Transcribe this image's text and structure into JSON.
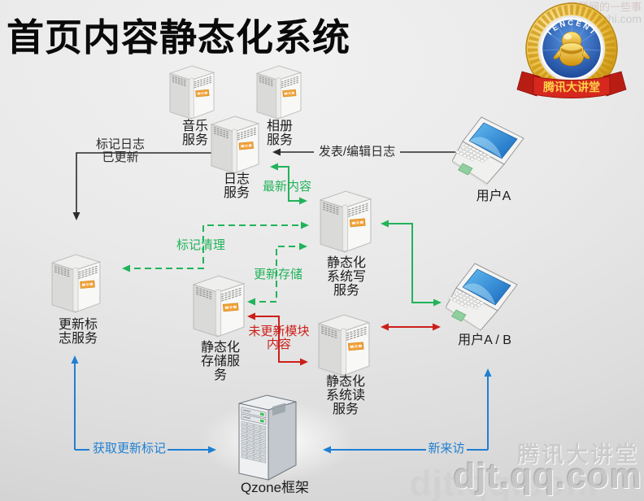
{
  "title": "首页内容静态化系统",
  "badge": {
    "arc_text": "TENCENT",
    "ribbon_text": "腾讯大讲堂"
  },
  "watermark_top": {
    "line1": "互联网的一些事",
    "line2": "www.yixieshi.com"
  },
  "watermark_bottom": {
    "brand": "腾讯大讲堂",
    "url": "djt.qq.com"
  },
  "nodes": {
    "music": {
      "label": "音乐\n服务"
    },
    "album": {
      "label": "相册\n服务"
    },
    "blog": {
      "label": "日志\n服务"
    },
    "write": {
      "label": "静态化\n系统写\n服务"
    },
    "storage": {
      "label": "静态化\n存储服\n务"
    },
    "flag": {
      "label": "更新标\n志服务"
    },
    "read": {
      "label": "静态化\n系统读\n服务"
    },
    "qzone": {
      "label": "Qzone框架"
    },
    "user_a": {
      "label": "用户A"
    },
    "user_ab": {
      "label": "用户A / B"
    }
  },
  "edges": {
    "mark_blog_updated": {
      "label": "标记日志\n已更新",
      "color": "#2b2b2b",
      "style": "solid"
    },
    "publish_edit_blog": {
      "label": "发表/编辑日志",
      "color": "#2b2b2b",
      "style": "solid"
    },
    "latest_content": {
      "label": "最新内容",
      "color": "#21b35a",
      "style": "solid"
    },
    "mark_cleanup": {
      "label": "标记清理",
      "color": "#21b35a",
      "style": "dashed"
    },
    "update_storage": {
      "label": "更新存储",
      "color": "#21b35a",
      "style": "dashed"
    },
    "stale_module_content": {
      "label": "未更新模块\n内容",
      "color": "#cc1f1a",
      "style": "solid"
    },
    "get_update_marks": {
      "label": "获取更新标记",
      "color": "#1f7fd2",
      "style": "solid"
    },
    "new_visitor": {
      "label": "新来访",
      "color": "#1f7fd2",
      "style": "solid"
    }
  },
  "colors": {
    "arrow_black": "#2b2b2b",
    "arrow_green": "#21b35a",
    "arrow_red": "#cc1f1a",
    "arrow_blue": "#1f7fd2",
    "badge_gold": "#e6b422",
    "ribbon_red": "#d6281e",
    "screen_blue": "#2e8fd6"
  }
}
